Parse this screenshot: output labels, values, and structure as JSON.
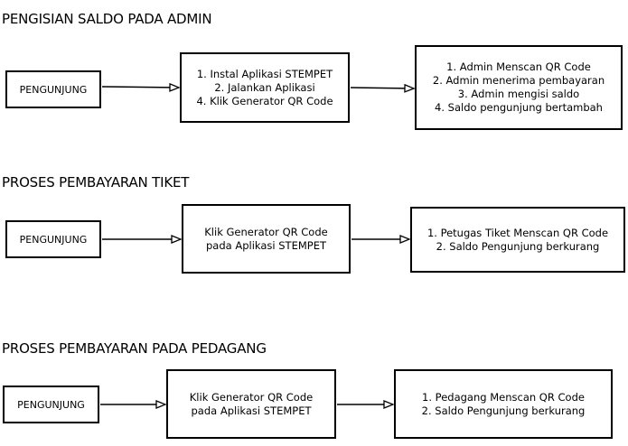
{
  "sections": [
    {
      "title": "PENGISIAN SALDO PADA ADMIN",
      "start": "PENGUNJUNG",
      "middle": [
        "1. Instal Aplikasi STEMPET",
        "2. Jalankan Aplikasi",
        "4. Klik Generator QR Code"
      ],
      "end": [
        "1. Admin Menscan QR Code",
        "2. Admin menerima pembayaran",
        "3. Admin mengisi saldo",
        "4. Saldo pengunjung bertambah"
      ]
    },
    {
      "title": "PROSES PEMBAYARAN TIKET",
      "start": "PENGUNJUNG",
      "middle": [
        "Klik Generator QR Code",
        "pada Aplikasi STEMPET"
      ],
      "end": [
        "1. Petugas Tiket Menscan QR Code",
        "2. Saldo Pengunjung berkurang"
      ]
    },
    {
      "title": "PROSES PEMBAYARAN PADA PEDAGANG",
      "start": "PENGUNJUNG",
      "middle": [
        "Klik Generator QR Code",
        "pada Aplikasi STEMPET"
      ],
      "end": [
        "1. Pedagang Menscan QR Code",
        "2. Saldo Pengunjung berkurang"
      ]
    }
  ]
}
